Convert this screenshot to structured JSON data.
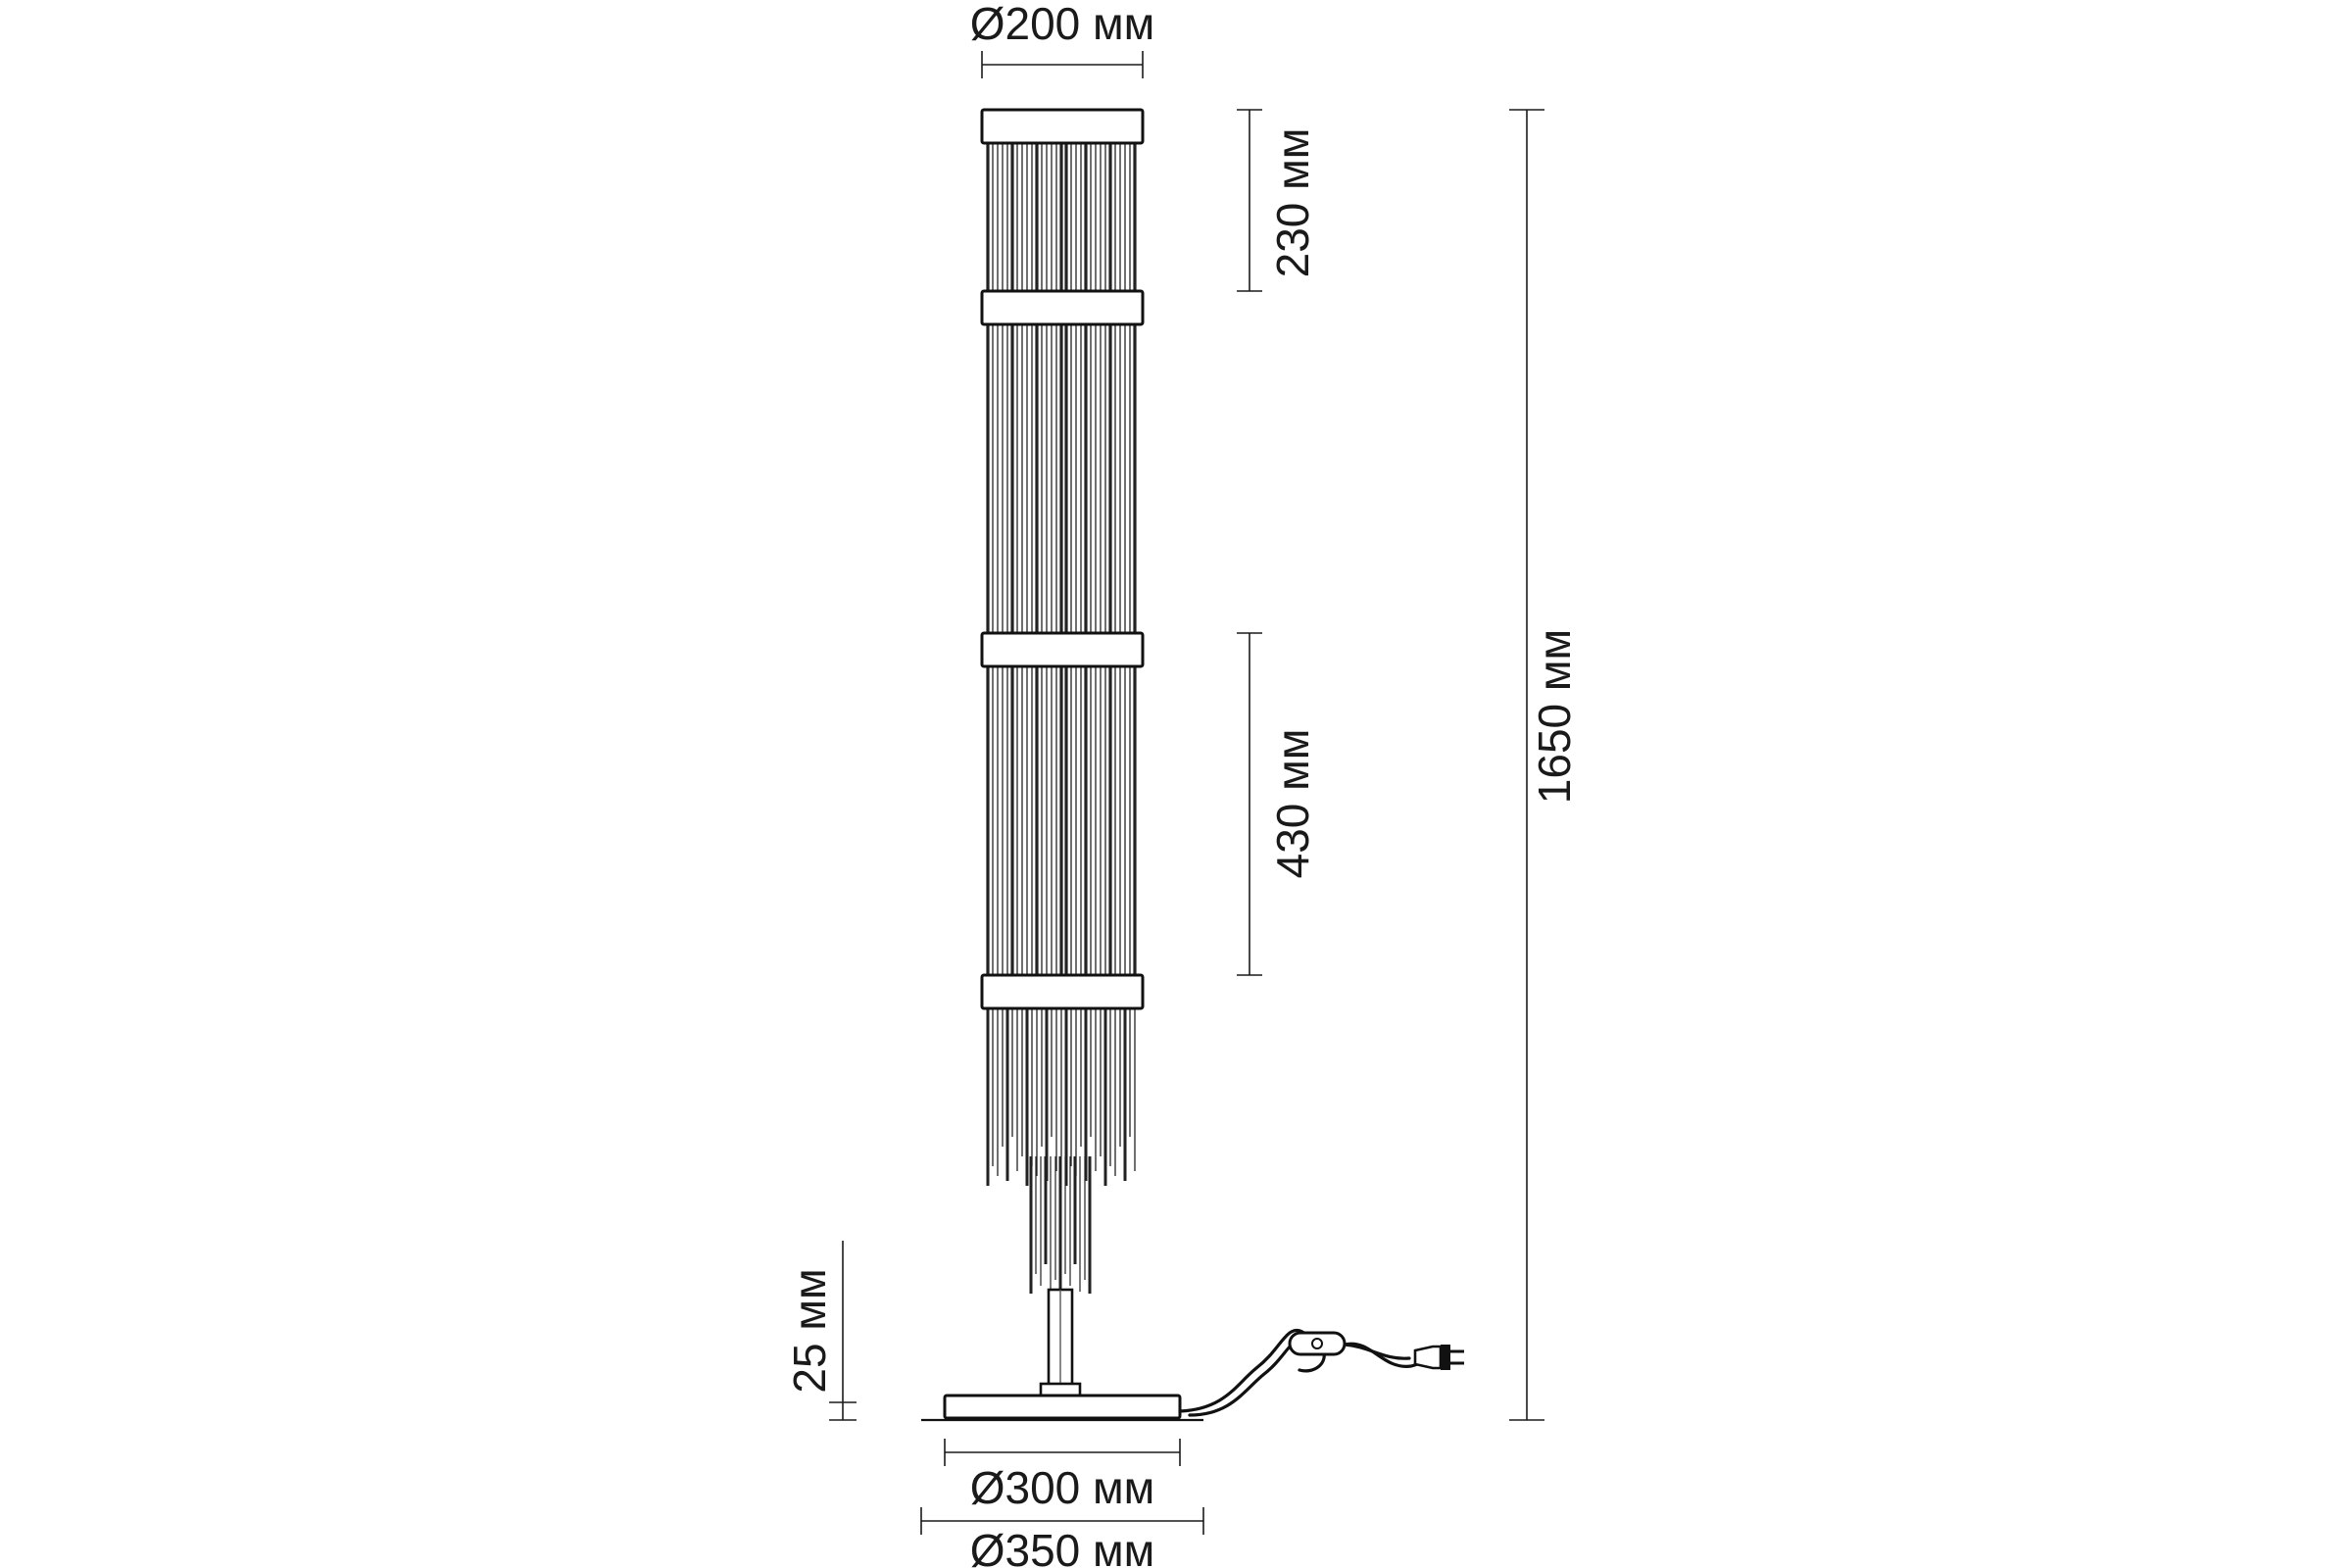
{
  "dimensions": {
    "top_diameter": "Ø200 мм",
    "top_section_height": "230 мм",
    "middle_section_height": "430 мм",
    "total_height": "1650 мм",
    "base_plate_thickness": "25 мм",
    "base_diameter": "Ø300 мм",
    "footprint_diameter": "Ø350 мм"
  },
  "icons": {
    "plug": "plug-icon",
    "switch": "inline-switch-icon"
  },
  "colors": {
    "line": "#1a1a1a",
    "background": "#ffffff"
  }
}
